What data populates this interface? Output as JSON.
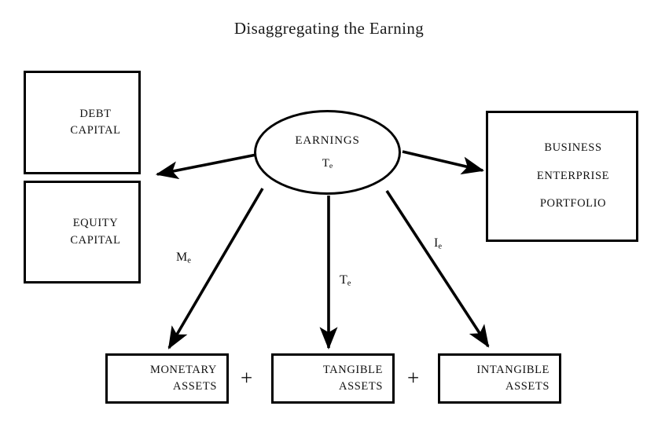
{
  "figure": {
    "title": "Disaggregating the Earning",
    "type": "flow-diagram",
    "background_color": "#ffffff",
    "stroke_color": "#000000",
    "text_color": "#111111"
  },
  "center": {
    "shape": "ellipse",
    "line1": "EARNINGS",
    "line2_symbol": "T",
    "line2_subscript": "e"
  },
  "left_boxes": [
    {
      "id": "debt-capital",
      "line1": "DEBT",
      "line2": "CAPITAL"
    },
    {
      "id": "equity-capital",
      "line1": "EQUITY",
      "line2": "CAPITAL"
    }
  ],
  "right_box": {
    "id": "business-enterprise-portfolio",
    "line1": "BUSINESS",
    "line2": "ENTERPRISE",
    "line3": "PORTFOLIO"
  },
  "bottom_boxes": [
    {
      "id": "monetary-assets",
      "line1": "MONETARY",
      "line2": "ASSETS"
    },
    {
      "id": "tangible-assets",
      "line1": "TANGIBLE",
      "line2": "ASSETS"
    },
    {
      "id": "intangible-assets",
      "line1": "INTANGIBLE",
      "line2": "ASSETS"
    }
  ],
  "operators": {
    "plus_1": "+",
    "plus_2": "+"
  },
  "arrow_labels": [
    {
      "id": "monetary-earnings",
      "symbol": "M",
      "subscript": "e"
    },
    {
      "id": "tangible-earnings",
      "symbol": "T",
      "subscript": "e"
    },
    {
      "id": "intangible-earnings",
      "symbol": "I",
      "subscript": "e"
    }
  ],
  "arrows": [
    {
      "id": "arrow-to-capital",
      "from": "earnings",
      "to": "capital-boxes",
      "direction": "left"
    },
    {
      "id": "arrow-to-portfolio",
      "from": "earnings",
      "to": "portfolio-box",
      "direction": "right"
    },
    {
      "id": "arrow-to-monetary",
      "from": "earnings",
      "to": "monetary-assets",
      "direction": "down-left"
    },
    {
      "id": "arrow-to-tangible",
      "from": "earnings",
      "to": "tangible-assets",
      "direction": "down"
    },
    {
      "id": "arrow-to-intangible",
      "from": "earnings",
      "to": "intangible-assets",
      "direction": "down-right"
    }
  ]
}
